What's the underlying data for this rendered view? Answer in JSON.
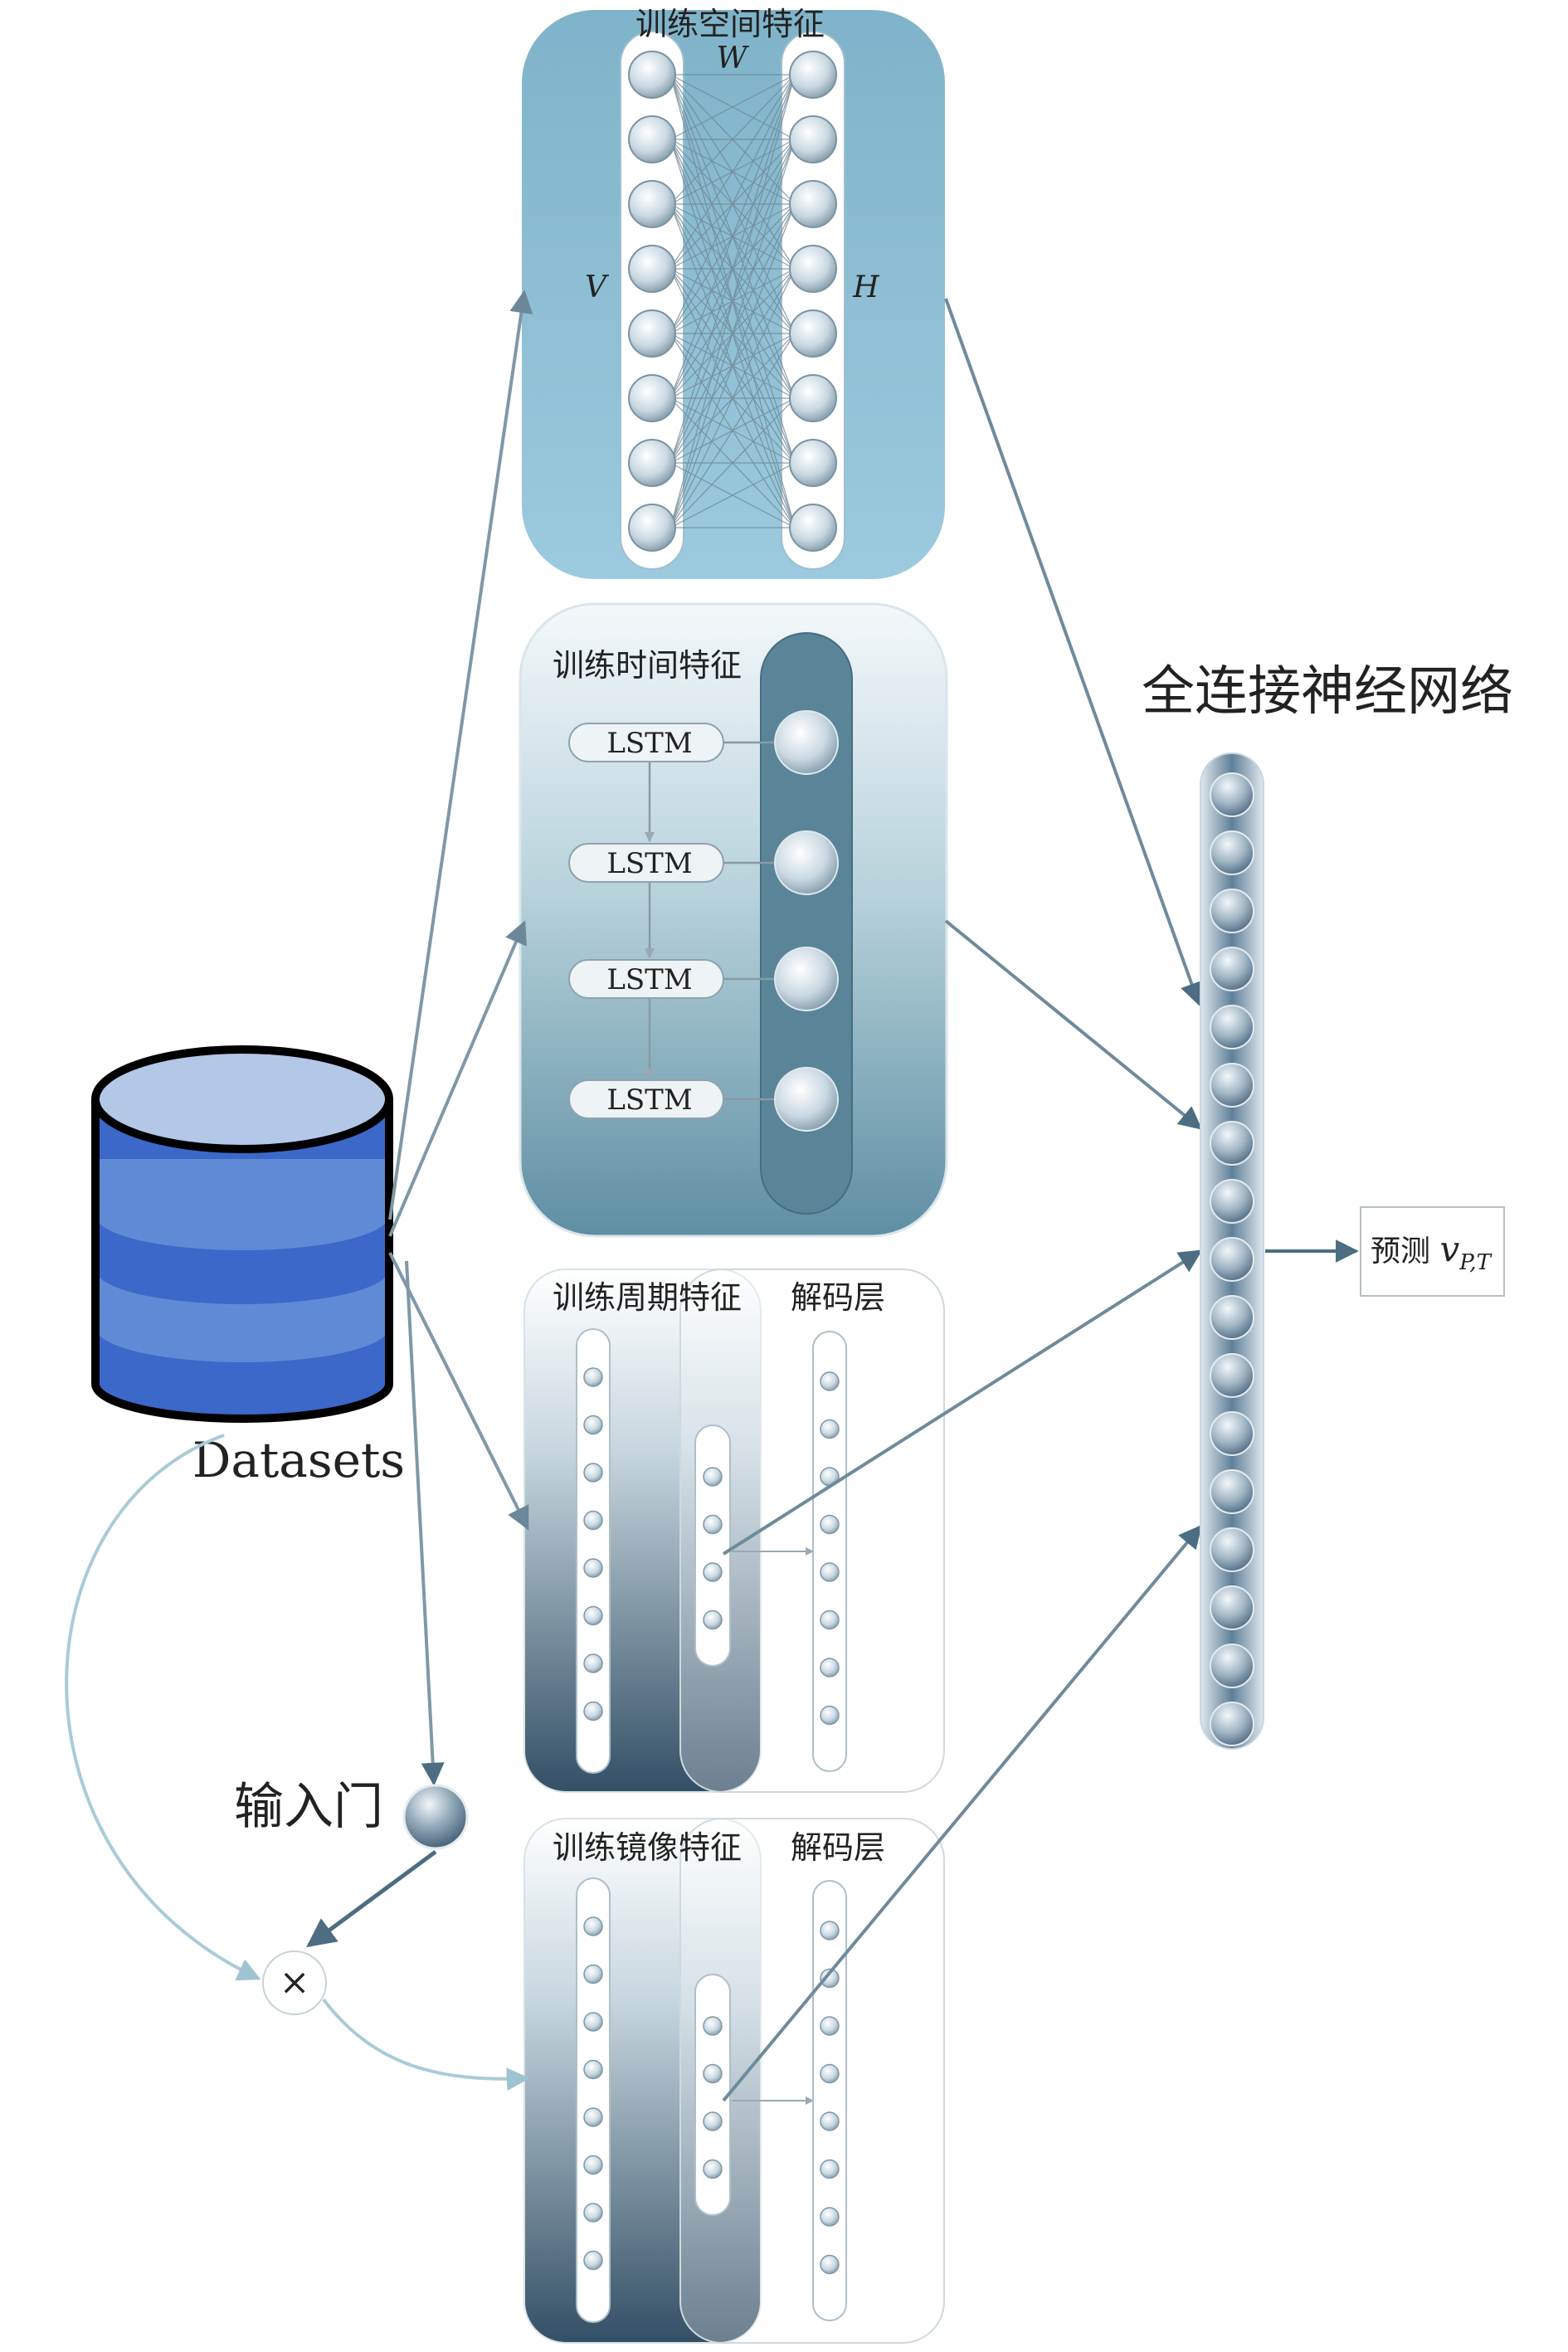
{
  "modules": {
    "spatial": {
      "title": "训练空间特征",
      "label_w": "W",
      "label_v": "V",
      "label_h": "H"
    },
    "temporal": {
      "title": "训练时间特征",
      "cells": [
        "LSTM",
        "LSTM",
        "LSTM",
        "LSTM"
      ]
    },
    "period": {
      "title": "训练周期特征",
      "decoder": "解码层"
    },
    "mirror": {
      "title": "训练镜像特征",
      "decoder": "解码层"
    }
  },
  "fc": {
    "title": "全连接神经网络"
  },
  "output": {
    "prefix": "预测 ",
    "var": "v",
    "sub": "P,T"
  },
  "datasets": {
    "label": "Datasets"
  },
  "gate": {
    "label": "输入门",
    "multiply": "×"
  }
}
